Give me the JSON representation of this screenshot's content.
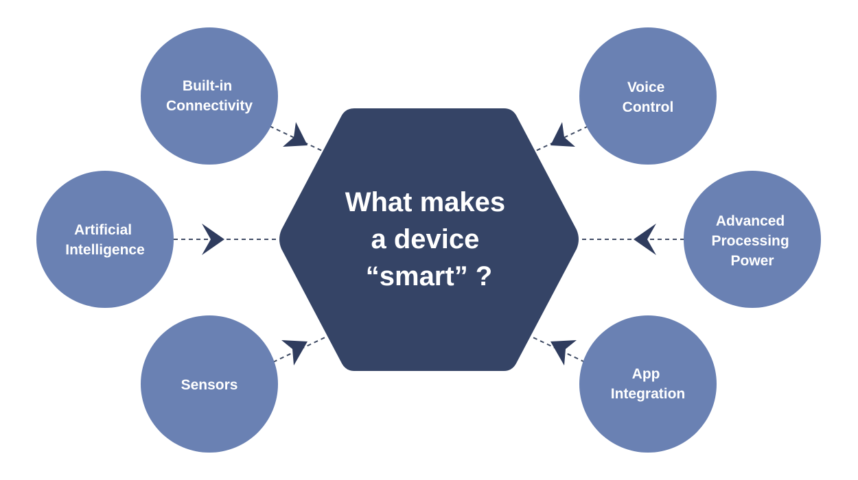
{
  "diagram": {
    "center": {
      "lines": [
        "What makes",
        "a device",
        "“smart” ?"
      ]
    },
    "nodes": [
      {
        "id": "built-in-connectivity",
        "lines": [
          "Built-in",
          "Connectivity"
        ]
      },
      {
        "id": "voice-control",
        "lines": [
          "Voice",
          "Control"
        ]
      },
      {
        "id": "artificial-intelligence",
        "lines": [
          "Artificial",
          "Intelligence"
        ]
      },
      {
        "id": "advanced-processing-power",
        "lines": [
          "Advanced",
          "Processing",
          "Power"
        ]
      },
      {
        "id": "sensors",
        "lines": [
          "Sensors"
        ]
      },
      {
        "id": "app-integration",
        "lines": [
          "App",
          "Integration"
        ]
      }
    ],
    "colors": {
      "node": "#6a81b3",
      "center": "#354466",
      "connector": "#3e4a63",
      "arrow": "#2f3c5e",
      "text": "#ffffff"
    }
  }
}
